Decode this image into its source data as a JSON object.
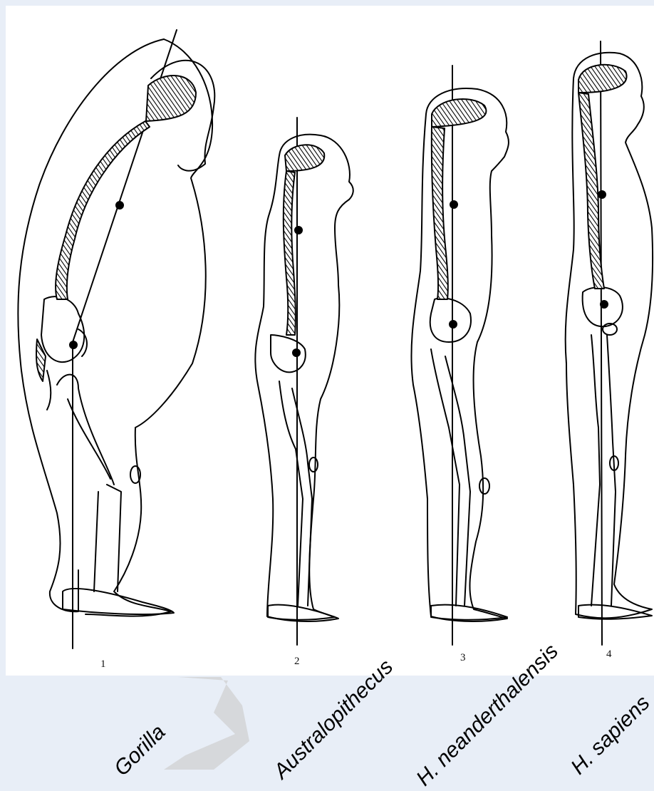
{
  "figures": [
    {
      "number": "1",
      "species": "Gorilla"
    },
    {
      "number": "2",
      "species": "Australopithecus"
    },
    {
      "number": "3",
      "species": "H. neanderthalensis"
    },
    {
      "number": "4",
      "species": "H. sapiens"
    }
  ]
}
